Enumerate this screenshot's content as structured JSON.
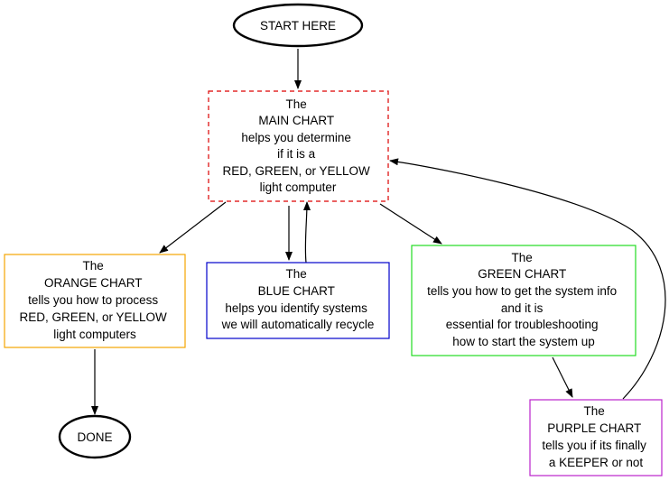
{
  "nodes": {
    "start": {
      "lines": [
        "START HERE"
      ]
    },
    "main": {
      "lines": [
        "The",
        "MAIN CHART",
        "helps you determine",
        "if it is a",
        "RED, GREEN, or YELLOW",
        "light computer"
      ],
      "color": "#dd0000"
    },
    "orange": {
      "lines": [
        "The",
        "ORANGE CHART",
        "tells you how to process",
        "RED, GREEN, or YELLOW",
        "light computers"
      ],
      "color": "#f5a500"
    },
    "blue": {
      "lines": [
        "The",
        "BLUE CHART",
        "helps you identify systems",
        "we will automatically recycle"
      ],
      "color": "#0000cc"
    },
    "green": {
      "lines": [
        "The",
        "GREEN CHART",
        "tells you how to get the system info",
        "and it is",
        "essential for troubleshooting",
        "how to start the system up"
      ],
      "color": "#22dd22"
    },
    "purple": {
      "lines": [
        "The",
        "PURPLE CHART",
        "tells you if its finally",
        "a KEEPER or not"
      ],
      "color": "#bb22cc"
    },
    "done": {
      "lines": [
        "DONE"
      ]
    }
  },
  "edges": [
    [
      "start",
      "main"
    ],
    [
      "main",
      "orange"
    ],
    [
      "main",
      "blue"
    ],
    [
      "blue",
      "main"
    ],
    [
      "main",
      "green"
    ],
    [
      "orange",
      "done"
    ],
    [
      "green",
      "purple"
    ],
    [
      "purple",
      "main"
    ]
  ]
}
